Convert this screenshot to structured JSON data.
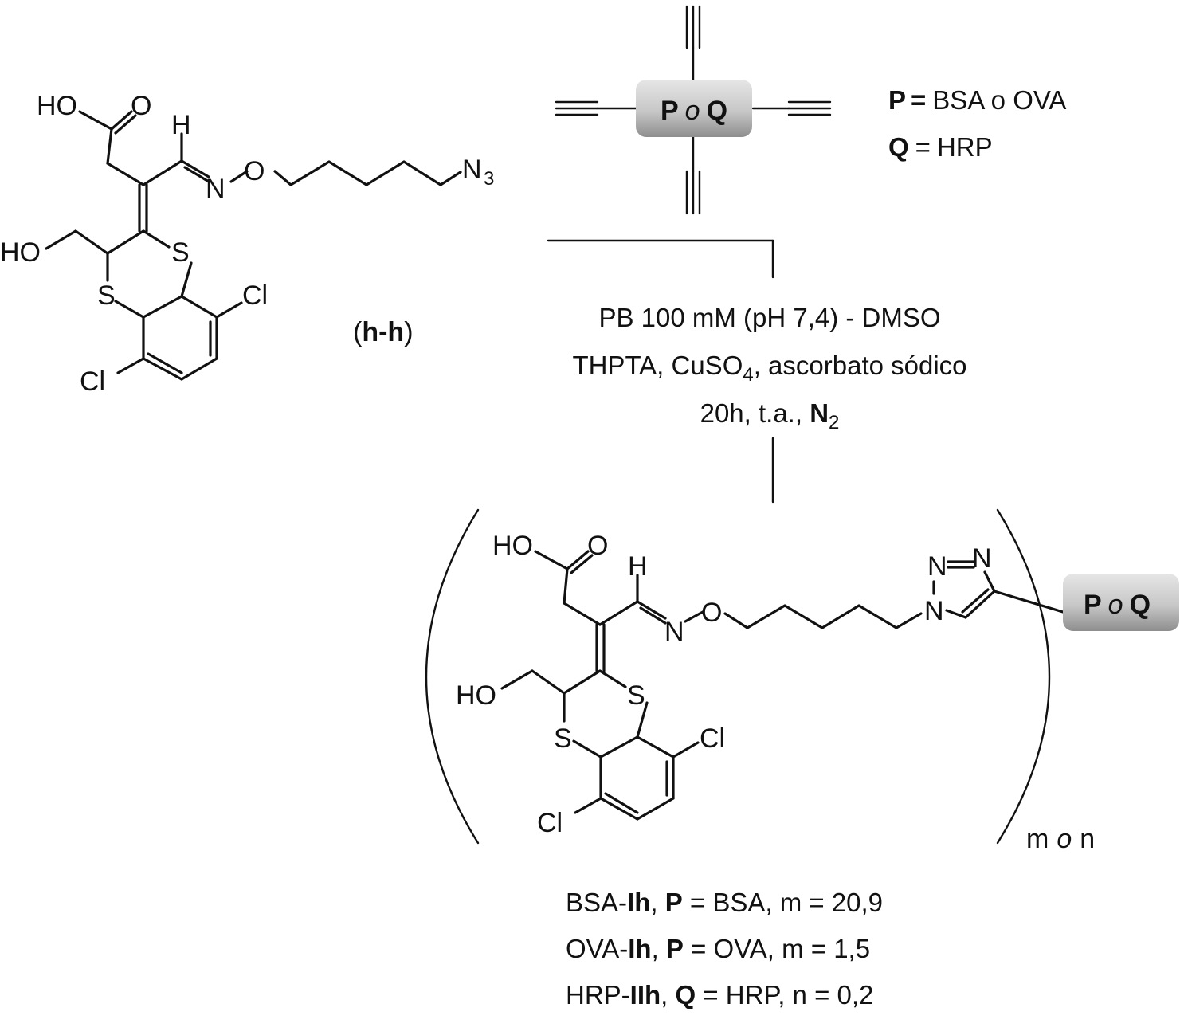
{
  "reactant": {
    "label_open": "(",
    "label_bold": "h-h",
    "label_close": ")",
    "atoms": {
      "ho_acid": "HO",
      "o_acid": "O",
      "h_imine": "H",
      "n_imine": "N",
      "o_ether": "O",
      "n3_n": "N",
      "n3_sub": "3",
      "ho_alcohol": "HO",
      "s_ring_right": "S",
      "s_ring_left": "S",
      "cl_right": "Cl",
      "cl_bottom": "Cl"
    }
  },
  "carrier": {
    "letter_p": "P",
    "word_or": "o",
    "letter_q": "Q"
  },
  "definitions": [
    {
      "symbol": "P",
      "eq": "=",
      "value": "BSA o OVA"
    },
    {
      "symbol": "Q",
      "eq": "=",
      "value": "HRP"
    }
  ],
  "conditions": {
    "line1": "PB 100 mM (pH 7,4) - DMSO",
    "line2_a": "THPTA, CuSO",
    "line2_sub": "4",
    "line2_b": ", ascorbato sódico",
    "line3_a": "20h, t.a., ",
    "line3_bold": "N",
    "line3_sub": "2"
  },
  "product": {
    "atoms": {
      "ho_acid": "HO",
      "o_acid": "O",
      "h_imine": "H",
      "n_imine": "N",
      "o_ether": "O",
      "triazole_n1": "N",
      "triazole_n2": "N",
      "triazole_n3": "N",
      "ho_alcohol": "HO",
      "s_ring_right": "S",
      "s_ring_left": "S",
      "cl_right": "Cl",
      "cl_bottom": "Cl"
    },
    "subscript_m": "m",
    "subscript_or": "o",
    "subscript_n": "n"
  },
  "results": [
    {
      "name_a": "BSA-",
      "name_bold": "Ih",
      "sep": ", ",
      "sym": "P",
      "rest": " = BSA, m = 20,9"
    },
    {
      "name_a": "OVA-",
      "name_bold": "Ih",
      "sep": ", ",
      "sym": "P",
      "rest": " = OVA, m = 1,5"
    },
    {
      "name_a": "HRP-",
      "name_bold": "IIh",
      "sep": ", ",
      "sym": "Q",
      "rest": " = HRP, n = 0,2"
    }
  ]
}
